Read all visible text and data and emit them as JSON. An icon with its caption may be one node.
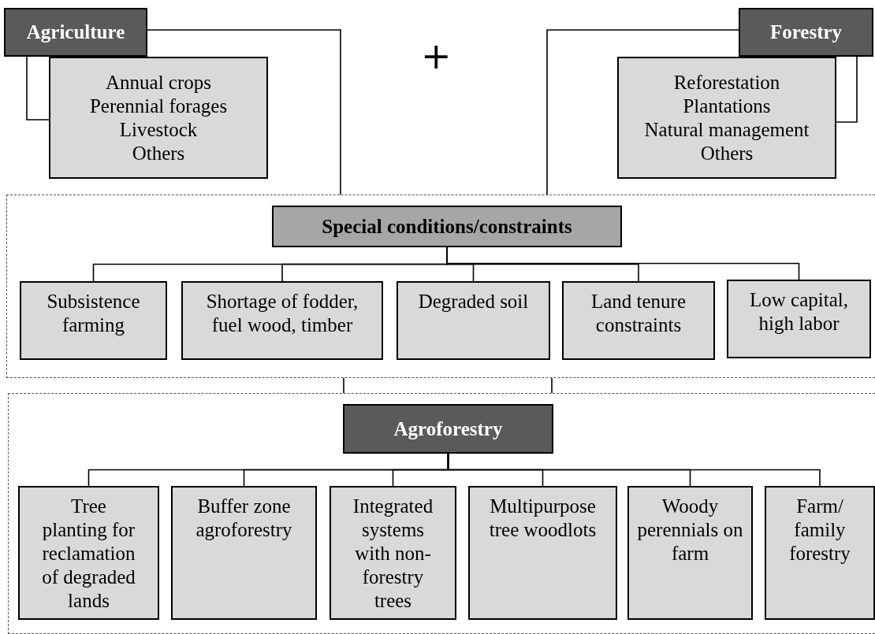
{
  "diagram": {
    "nodes": [
      {
        "text": [
          "Agriculture"
        ]
      },
      {
        "text": [
          "Annual crops",
          "Perennial forages",
          "Livestock",
          "Others"
        ]
      },
      {
        "text": [
          "Forestry"
        ]
      },
      {
        "text": [
          "Reforestation",
          "Plantations",
          "Natural management",
          "Others"
        ]
      },
      {
        "text": [],
        "shape": "box"
      },
      {
        "text": [
          "Special conditions/constraints"
        ],
        "in": 4
      },
      {
        "text": [
          "Subsistence farming"
        ],
        "in": 4
      },
      {
        "text": [
          "Shortage of fodder, fuel wood, timber"
        ],
        "in": 4
      },
      {
        "text": [
          "Degraded soil"
        ],
        "in": 4
      },
      {
        "text": [
          "Land tenure constraints"
        ],
        "in": 4
      },
      {
        "text": [
          "Low capital, high labor"
        ],
        "in": 4
      },
      {
        "text": [],
        "shape": "box"
      },
      {
        "text": [
          "Agroforestry"
        ],
        "in": 11
      },
      {
        "text": [
          "Tree planting for reclamation of degraded lands"
        ],
        "in": 11
      },
      {
        "text": [
          "Buffer zone agroforestry"
        ],
        "in": 11
      },
      {
        "text": [
          "Integrated systems with non-forestry trees"
        ],
        "in": 11
      },
      {
        "text": [
          "Multipurpose tree woodlots"
        ],
        "in": 11
      },
      {
        "text": [
          "Woody perennials on farm"
        ],
        "in": 11
      },
      {
        "text": [
          "Farm/ family forestry"
        ],
        "in": 11
      }
    ],
    "edges": [
      {
        "from": 0,
        "to": 1,
        "arrow": "none"
      },
      {
        "from": 2,
        "to": 3,
        "arrow": "none"
      },
      {
        "from": 0,
        "to": 4,
        "arrow": "none"
      },
      {
        "from": 2,
        "to": 4,
        "arrow": "none"
      },
      {
        "from": 5,
        "to": 6,
        "arrow": "none"
      },
      {
        "from": 5,
        "to": 7,
        "arrow": "none"
      },
      {
        "from": 5,
        "to": 8,
        "arrow": "none"
      },
      {
        "from": 5,
        "to": 9,
        "arrow": "none"
      },
      {
        "from": 5,
        "to": 10,
        "arrow": "none"
      },
      {
        "from": 4,
        "to": 11,
        "arrow": "none"
      },
      {
        "from": 4,
        "to": 11,
        "arrow": "none"
      },
      {
        "from": 12,
        "to": 13,
        "arrow": "none"
      },
      {
        "from": 12,
        "to": 14,
        "arrow": "none"
      },
      {
        "from": 12,
        "to": 15,
        "arrow": "none"
      },
      {
        "from": 12,
        "to": 16,
        "arrow": "none"
      },
      {
        "from": 12,
        "to": 17,
        "arrow": "none"
      },
      {
        "from": 12,
        "to": 18,
        "arrow": "none"
      }
    ],
    "labels": [
      "+"
    ]
  }
}
